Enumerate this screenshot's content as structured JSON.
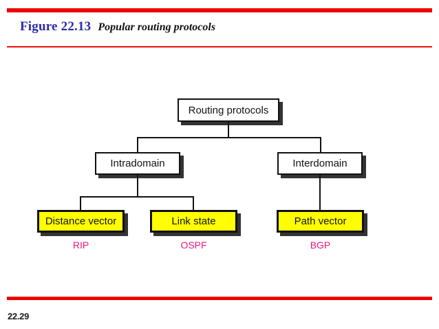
{
  "header": {
    "figure_label": "Figure 22.13",
    "caption": "Popular routing protocols"
  },
  "footer": {
    "slide_number": "22.29"
  },
  "colors": {
    "rule_red": "#ee0000",
    "figure_label_blue": "#2b2ba8",
    "node_yellow": "#ffff00",
    "protocol_label_magenta": "#e6187d",
    "border_black": "#111111",
    "shadow_gray": "#333333"
  },
  "diagram": {
    "type": "tree",
    "root": {
      "label": "Routing protocols"
    },
    "level2": [
      {
        "label": "Intradomain"
      },
      {
        "label": "Interdomain"
      }
    ],
    "level3": [
      {
        "label": "Distance vector",
        "protocol": "RIP"
      },
      {
        "label": "Link state",
        "protocol": "OSPF"
      },
      {
        "label": "Path vector",
        "protocol": "BGP"
      }
    ]
  }
}
